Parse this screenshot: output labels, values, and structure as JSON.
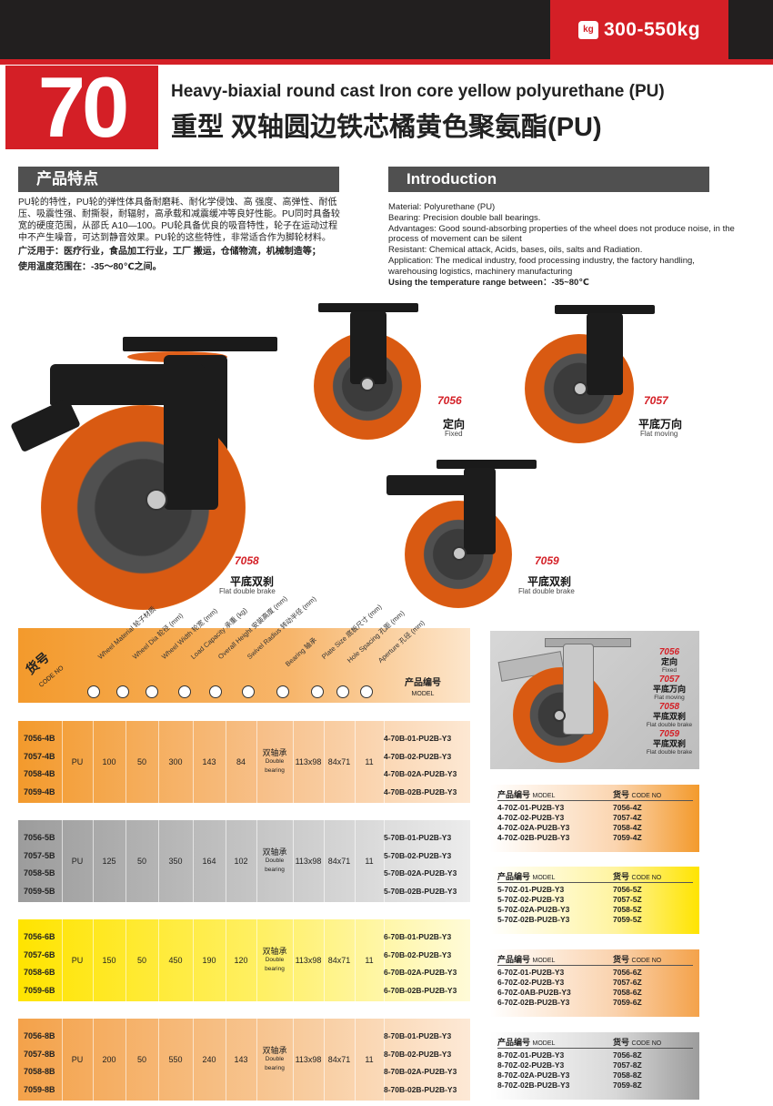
{
  "header": {
    "weight_unit": "kg",
    "weight_range": "300-550kg",
    "series_number": "70",
    "title_en": "Heavy-biaxial round cast Iron core yellow polyurethane (PU)",
    "title_cn": "重型 双轴圆边铁芯橘黄色聚氨酯(PU)"
  },
  "features": {
    "heading": "产品特点",
    "para1": "PU轮的特性，PU轮的弹性体具备耐磨耗、耐化学侵蚀、高 强度、高弹性、耐低压、吸震性强、耐撕裂，耐辐射，高承载和减震缓冲等良好性能。PU同时具备较宽的硬度范围，从邵氏 A10—100。PU轮具备优良的吸音特性，轮子在运动过程 中不产生噪音，可达到静音效果。PU轮的这些特性，非常适合作为脚轮材料。",
    "para2": "广泛用于：医疗行业，食品加工行业，工厂 搬运，仓储物流，机械制造等；",
    "para3": "使用温度范围在：-35～80℃之间。"
  },
  "intro": {
    "heading": "Introduction",
    "lines": [
      "Material: Polyurethane (PU)",
      "Bearing: Precision double ball bearings.",
      "Advantages: Good sound-absorbing properties of the wheel does not produce noise, in the process of movement can be silent",
      "Resistant: Chemical attack, Acids, bases, oils, salts and Radiation.",
      "Application: The medical industry, food processing industry, the factory handling, warehousing logistics, machinery manufacturing"
    ],
    "temp": "Using the temperature range between：-35~80℃"
  },
  "products": [
    {
      "code": "7058",
      "cn": "平底双刹",
      "en": "Flat double brake"
    },
    {
      "code": "7056",
      "cn": "定向",
      "en": "Fixed"
    },
    {
      "code": "7057",
      "cn": "平底万向",
      "en": "Flat moving"
    },
    {
      "code": "7059",
      "cn": "平底双刹",
      "en": "Flat double brake"
    }
  ],
  "table_header": {
    "code_cn": "货号",
    "code_en": "CODE NO",
    "columns": [
      "Wheel Material 轮子材质",
      "Wheel Dia 轮径 (mm)",
      "Wheel Width 轮宽 (mm)",
      "Load Capacity 承重 (kg)",
      "Overall Height 安装高度 (mm)",
      "Swivel Radius 转动半径 (mm)",
      "Bearing 轴承",
      "Plate Size 底板尺寸 (mm)",
      "Hole Spacing 孔距 (mm)",
      "Aperture 孔径 (mm)"
    ],
    "model_cn": "产品编号",
    "model_en": "MODEL"
  },
  "rows": [
    {
      "codes": [
        "7056-4B",
        "7057-4B",
        "7058-4B",
        "7059-4B"
      ],
      "material": "PU",
      "dia": "100",
      "width": "50",
      "load": "300",
      "height": "143",
      "radius": "84",
      "bearing_cn": "双轴承",
      "bearing_en": "Double bearing",
      "plate": "113x98",
      "hole": "84x71",
      "aperture": "11",
      "models": [
        "4-70B-01-PU2B-Y3",
        "4-70B-02-PU2B-Y3",
        "4-70B-02A-PU2B-Y3",
        "4-70B-02B-PU2B-Y3"
      ]
    },
    {
      "codes": [
        "7056-5B",
        "7057-5B",
        "7058-5B",
        "7059-5B"
      ],
      "material": "PU",
      "dia": "125",
      "width": "50",
      "load": "350",
      "height": "164",
      "radius": "102",
      "bearing_cn": "双轴承",
      "bearing_en": "Double bearing",
      "plate": "113x98",
      "hole": "84x71",
      "aperture": "11",
      "models": [
        "5-70B-01-PU2B-Y3",
        "5-70B-02-PU2B-Y3",
        "5-70B-02A-PU2B-Y3",
        "5-70B-02B-PU2B-Y3"
      ]
    },
    {
      "codes": [
        "7056-6B",
        "7057-6B",
        "7058-6B",
        "7059-6B"
      ],
      "material": "PU",
      "dia": "150",
      "width": "50",
      "load": "450",
      "height": "190",
      "radius": "120",
      "bearing_cn": "双轴承",
      "bearing_en": "Double bearing",
      "plate": "113x98",
      "hole": "84x71",
      "aperture": "11",
      "models": [
        "6-70B-01-PU2B-Y3",
        "6-70B-02-PU2B-Y3",
        "6-70B-02A-PU2B-Y3",
        "6-70B-02B-PU2B-Y3"
      ]
    },
    {
      "codes": [
        "7056-8B",
        "7057-8B",
        "7058-8B",
        "7059-8B"
      ],
      "material": "PU",
      "dia": "200",
      "width": "50",
      "load": "550",
      "height": "240",
      "radius": "143",
      "bearing_cn": "双轴承",
      "bearing_en": "Double bearing",
      "plate": "113x98",
      "hole": "84x71",
      "aperture": "11",
      "models": [
        "8-70B-01-PU2B-Y3",
        "8-70B-02-PU2B-Y3",
        "8-70B-02A-PU2B-Y3",
        "8-70B-02B-PU2B-Y3"
      ]
    }
  ],
  "zinc_legend": [
    {
      "code": "7056",
      "cn": "定向",
      "en": "Fixed"
    },
    {
      "code": "7057",
      "cn": "平底万向",
      "en": "Flat moving"
    },
    {
      "code": "7058",
      "cn": "平底双刹",
      "en": "Flat double brake"
    },
    {
      "code": "7059",
      "cn": "平底双刹",
      "en": "Flat double brake"
    }
  ],
  "zinc_header": {
    "model_cn": "产品编号",
    "model_en": "MODEL",
    "code_cn": "货号",
    "code_en": "CODE NO"
  },
  "zinc_tables": [
    {
      "models": [
        "4-70Z-01-PU2B-Y3",
        "4-70Z-02-PU2B-Y3",
        "4-70Z-02A-PU2B-Y3",
        "4-70Z-02B-PU2B-Y3"
      ],
      "codes": [
        "7056-4Z",
        "7057-4Z",
        "7058-4Z",
        "7059-4Z"
      ]
    },
    {
      "models": [
        "5-70Z-01-PU2B-Y3",
        "5-70Z-02-PU2B-Y3",
        "5-70Z-02A-PU2B-Y3",
        "5-70Z-02B-PU2B-Y3"
      ],
      "codes": [
        "7056-5Z",
        "7057-5Z",
        "7058-5Z",
        "7059-5Z"
      ]
    },
    {
      "models": [
        "6-70Z-01-PU2B-Y3",
        "6-70Z-02-PU2B-Y3",
        "6-70Z-0AB-PU2B-Y3",
        "6-70Z-02B-PU2B-Y3"
      ],
      "codes": [
        "7056-6Z",
        "7057-6Z",
        "7058-6Z",
        "7059-6Z"
      ]
    },
    {
      "models": [
        "8-70Z-01-PU2B-Y3",
        "8-70Z-02-PU2B-Y3",
        "8-70Z-02A-PU2B-Y3",
        "8-70Z-02B-PU2B-Y3"
      ],
      "codes": [
        "7056-8Z",
        "7057-8Z",
        "7058-8Z",
        "7059-8Z"
      ]
    }
  ],
  "colors": {
    "brand_red": "#d41f26",
    "dark": "#221f1f",
    "orange": "#f39a2c",
    "yellow": "#ffe400",
    "grey": "#9c9c9c"
  }
}
